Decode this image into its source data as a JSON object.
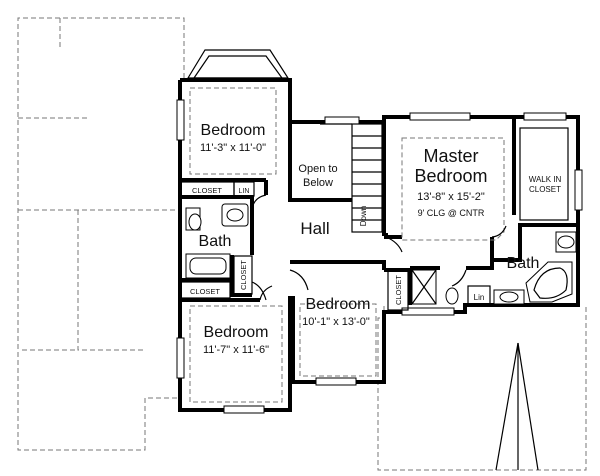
{
  "rooms": {
    "bedroom_nw": {
      "name": "Bedroom",
      "dims": "11'-3\" x 11'-0\""
    },
    "open_to_below": {
      "line1": "Open to",
      "line2": "Below"
    },
    "master": {
      "line1": "Master",
      "line2": "Bedroom",
      "dims": "13'-8\" x 15'-2\"",
      "ceiling": "9' CLG @ CNTR"
    },
    "walk_in": {
      "line1": "WALK IN",
      "line2": "CLOSET"
    },
    "hall": {
      "name": "Hall"
    },
    "bath_west": {
      "name": "Bath"
    },
    "bath_master": {
      "name": "Bath"
    },
    "bedroom_sw": {
      "name": "Bedroom",
      "dims": "11'-7\" x 11'-6\""
    },
    "bedroom_center": {
      "name": "Bedroom",
      "dims": "10'-1\" x 13'-0\""
    }
  },
  "labels": {
    "closet_upper": "CLOSET",
    "lin_upper": "LIN",
    "closet_bath_vertical": "CLOSET",
    "closet_lower": "CLOSET",
    "closet_center_vertical": "CLOSET",
    "lin_master": "Lin",
    "down": "Down"
  }
}
